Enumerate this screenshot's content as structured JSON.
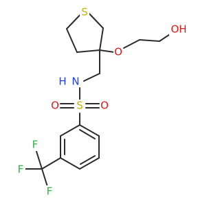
{
  "molecule": {
    "colors": {
      "bond": "#2b2b2b",
      "sulfur": "#c8b400",
      "oxygen": "#e31a1c",
      "nitrogen": "#1f3cff",
      "fluorine": "#2fb344",
      "background": "#ffffff"
    },
    "labels": {
      "ring_sulfur": "S",
      "hydroxyl_oxygen": "OH",
      "ether_oxygen": "O",
      "amine_nh": "N",
      "amine_h": "H",
      "sulfonyl_sulfur": "S",
      "sulfonyl_oxygen_left": "O",
      "sulfonyl_oxygen_right": "O",
      "fluorine_top": "F",
      "fluorine_left": "F",
      "fluorine_bottom": "F"
    }
  }
}
